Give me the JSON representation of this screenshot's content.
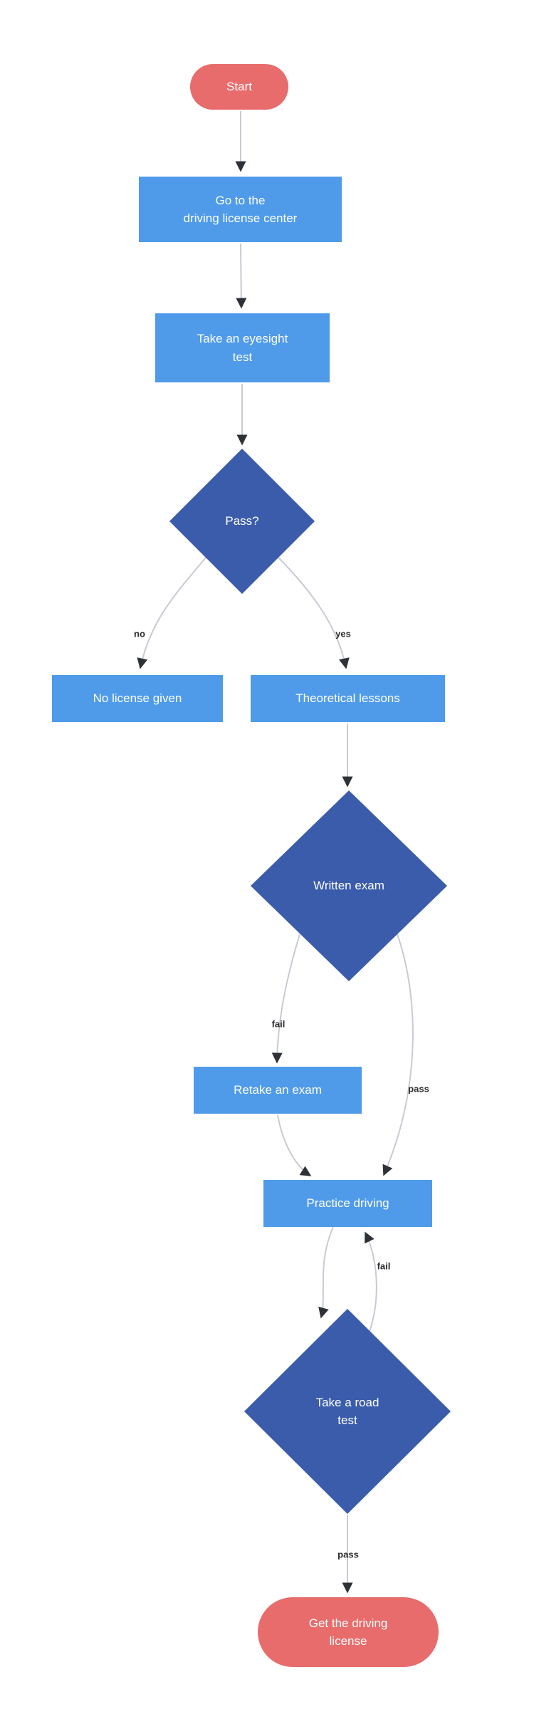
{
  "diagram_type": "flowchart",
  "colors": {
    "process_fill": "#4f9bea",
    "decision_fill": "#3a5caa",
    "terminal_fill": "#e86c6c",
    "node_text": "#ffffff",
    "edge_line": "#c8cbd4",
    "arrowhead": "#2e3137",
    "edge_label_text": "#2b2b2b",
    "background": "#ffffff"
  },
  "nodes": {
    "start": {
      "label": "Start",
      "shape": "terminal"
    },
    "go_center": {
      "label": "Go to the\ndriving license center",
      "shape": "process"
    },
    "eyesight": {
      "label": "Take an eyesight\ntest",
      "shape": "process"
    },
    "pass_q": {
      "label": "Pass?",
      "shape": "decision"
    },
    "no_license": {
      "label": "No license given",
      "shape": "process"
    },
    "theoretical": {
      "label": "Theoretical lessons",
      "shape": "process"
    },
    "written": {
      "label": "Written exam",
      "shape": "decision"
    },
    "retake": {
      "label": "Retake an exam",
      "shape": "process"
    },
    "practice": {
      "label": "Practice driving",
      "shape": "process"
    },
    "road_test": {
      "label": "Take a road\ntest",
      "shape": "decision"
    },
    "get_license": {
      "label": "Get the driving\nlicense",
      "shape": "terminal"
    }
  },
  "edges": [
    {
      "from": "start",
      "to": "go_center"
    },
    {
      "from": "go_center",
      "to": "eyesight"
    },
    {
      "from": "eyesight",
      "to": "pass_q"
    },
    {
      "from": "pass_q",
      "to": "no_license",
      "label": "no"
    },
    {
      "from": "pass_q",
      "to": "theoretical",
      "label": "yes"
    },
    {
      "from": "theoretical",
      "to": "written"
    },
    {
      "from": "written",
      "to": "retake",
      "label": "fail"
    },
    {
      "from": "written",
      "to": "practice",
      "label": "pass"
    },
    {
      "from": "retake",
      "to": "practice"
    },
    {
      "from": "practice",
      "to": "road_test"
    },
    {
      "from": "road_test",
      "to": "practice",
      "label": "fail"
    },
    {
      "from": "road_test",
      "to": "get_license",
      "label": "pass"
    }
  ]
}
